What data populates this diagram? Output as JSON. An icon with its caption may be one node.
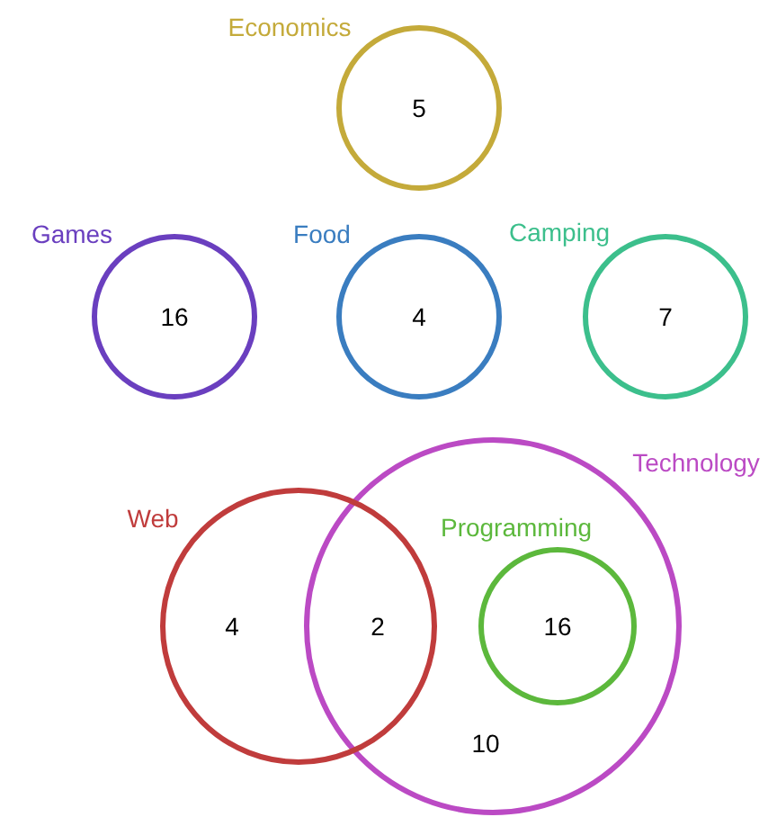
{
  "diagram": {
    "nodes": [
      {
        "text": [
          "Economics",
          "5"
        ]
      },
      {
        "text": [
          "Games",
          "16"
        ]
      },
      {
        "text": [
          "Food",
          "4"
        ]
      },
      {
        "text": [
          "Camping",
          "7"
        ]
      },
      {
        "text": [
          "Technology",
          "10"
        ]
      },
      {
        "text": [
          "Web",
          "4"
        ]
      },
      {
        "text": [
          "Programming",
          "16"
        ],
        "in": 4
      }
    ],
    "labels": [
      "2"
    ]
  }
}
